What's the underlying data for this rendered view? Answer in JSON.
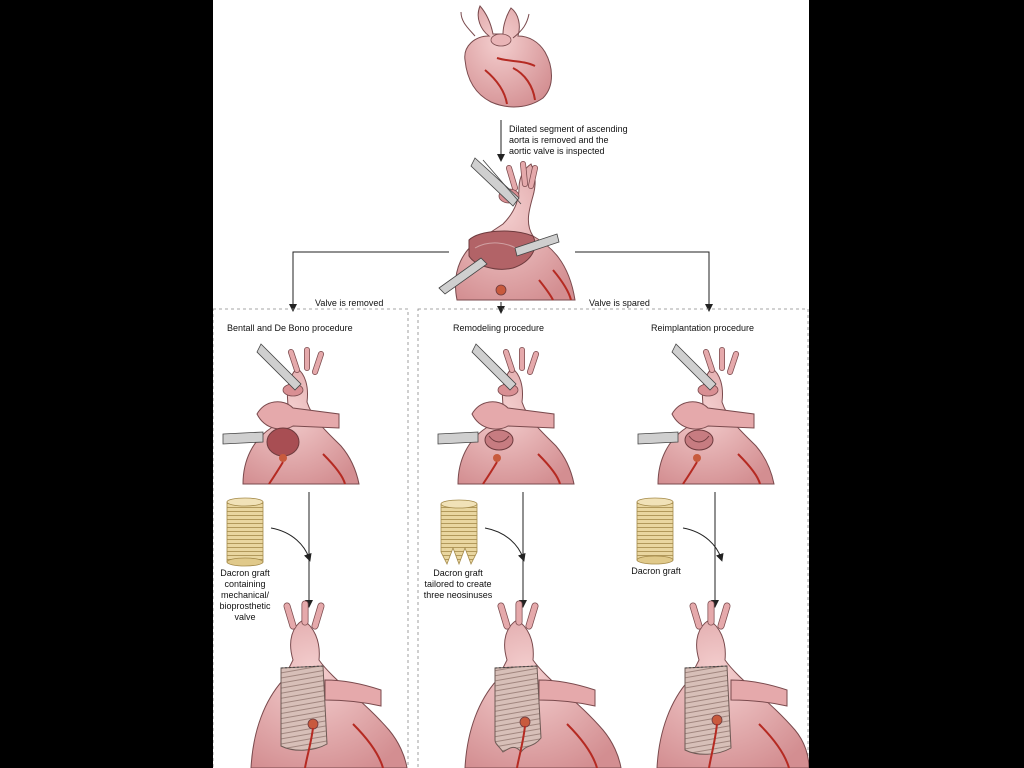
{
  "steps": {
    "dilated_caption": [
      "Dilated segment of ascending",
      "aorta is removed and the",
      "aortic valve is inspected"
    ]
  },
  "branches": {
    "valve_removed": "Valve is removed",
    "valve_spared": "Valve is spared"
  },
  "procedures": {
    "bentall": "Bentall and De Bono procedure",
    "remodeling": "Remodeling procedure",
    "reimplantation": "Reimplantation procedure"
  },
  "grafts": {
    "bentall": [
      "Dacron graft",
      "containing",
      "mechanical/",
      "bioprosthetic",
      "valve"
    ],
    "remodeling": [
      "Dacron graft",
      "tailored to create",
      "three neosinuses"
    ],
    "reimplantation": [
      "Dacron graft"
    ]
  },
  "colors": {
    "background": "#000000",
    "panel": "#ffffff",
    "heart_fill": "#e5a9ab",
    "heart_dark": "#b9777b",
    "vessel": "#b52a22",
    "graft": "#e9d6a0",
    "instrument": "#cfcfcf"
  },
  "icons": [
    "heart-illustration",
    "aortic-clamp-icon",
    "dacron-graft-icon",
    "surgical-scissors-icon"
  ]
}
